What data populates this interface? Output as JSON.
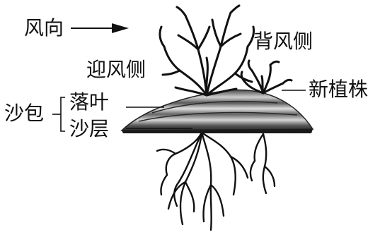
{
  "diagram": {
    "wind_direction_label": "风向",
    "windward_label": "迎风侧",
    "leeward_label": "背风侧",
    "new_plant_label": "新植株",
    "sand_mound_label": "沙包",
    "fallen_leaves_label": "落叶",
    "sand_layer_label": "沙层"
  },
  "colors": {
    "ink": "#111111",
    "mound_dark": "#3a3a3a",
    "mound_light": "#d8d8d8"
  }
}
